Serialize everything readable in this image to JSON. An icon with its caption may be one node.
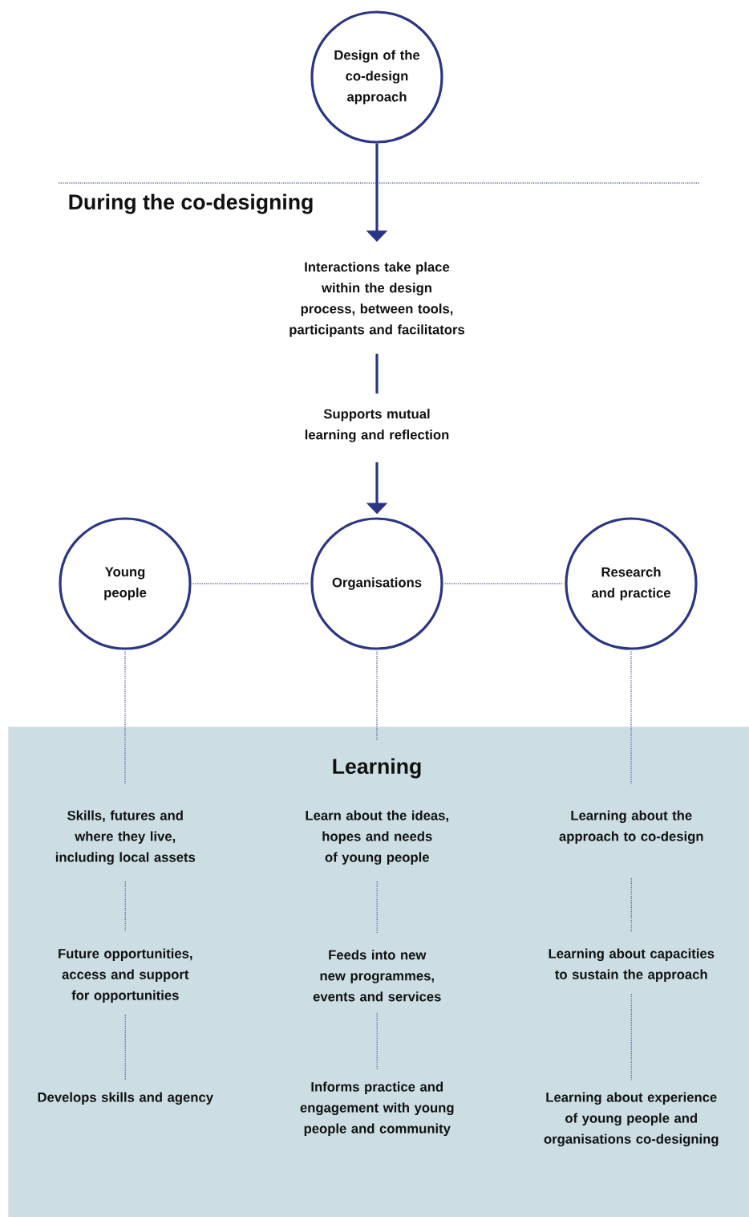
{
  "diagram": {
    "nodes": [
      {
        "text": [
          "Design of the co-design approach"
        ]
      },
      {
        "text": [
          "Interactions take place within the design process, between tools, participants and facilitators"
        ]
      },
      {
        "text": [
          "Supports mutual learning and reflection"
        ]
      },
      {
        "text": [
          "Young people"
        ]
      },
      {
        "text": [
          "Organisations"
        ]
      },
      {
        "text": [
          "Research and practice"
        ]
      },
      {
        "text": [
          "Learning"
        ]
      },
      {
        "text": [
          "Skills, futures and where they live, including local assets"
        ],
        "in": 6
      },
      {
        "text": [
          "Learn about the ideas, hopes and needs of young people"
        ],
        "in": 6
      },
      {
        "text": [
          "Learning about the approach to co-design"
        ],
        "in": 6
      },
      {
        "text": [
          "Future opportunities, access and support for opportunities"
        ],
        "in": 6
      },
      {
        "text": [
          "Feeds into new new programmes, events and services"
        ],
        "in": 6
      },
      {
        "text": [
          "Learning about capacities to sustain the approach"
        ],
        "in": 6
      },
      {
        "text": [
          "Develops skills and agency"
        ],
        "in": 6
      },
      {
        "text": [
          "Informs practice and engagement with young people and community"
        ],
        "in": 6
      },
      {
        "text": [
          "Learning about experience of young people and organisations co-designing"
        ],
        "in": 6
      }
    ],
    "edges": [
      {
        "from": 0,
        "to": 1,
        "arrow": "to",
        "color": "#2b3584"
      },
      {
        "from": 1,
        "to": 2,
        "arrow": "none",
        "color": "#2b3584"
      },
      {
        "from": 2,
        "to": 4,
        "arrow": "to",
        "color": "#2b3584"
      },
      {
        "from": 3,
        "to": 4,
        "arrow": "none",
        "style": "dashed"
      },
      {
        "from": 4,
        "to": 5,
        "arrow": "none",
        "style": "dashed"
      },
      {
        "from": 3,
        "to": 7,
        "arrow": "none",
        "style": "dashed"
      },
      {
        "from": 4,
        "to": 6,
        "arrow": "none",
        "style": "dashed"
      },
      {
        "from": 5,
        "to": 9,
        "arrow": "none",
        "style": "dashed"
      },
      {
        "from": 7,
        "to": 10,
        "arrow": "none",
        "style": "dashed"
      },
      {
        "from": 10,
        "to": 13,
        "arrow": "none",
        "style": "dashed"
      },
      {
        "from": 8,
        "to": 11,
        "arrow": "none",
        "style": "dashed"
      },
      {
        "from": 11,
        "to": 14,
        "arrow": "none",
        "style": "dashed"
      },
      {
        "from": 9,
        "to": 12,
        "arrow": "none",
        "style": "dashed"
      },
      {
        "from": 12,
        "to": 15,
        "arrow": "none",
        "style": "dashed"
      }
    ],
    "labels": [
      "During the co-designing"
    ]
  }
}
